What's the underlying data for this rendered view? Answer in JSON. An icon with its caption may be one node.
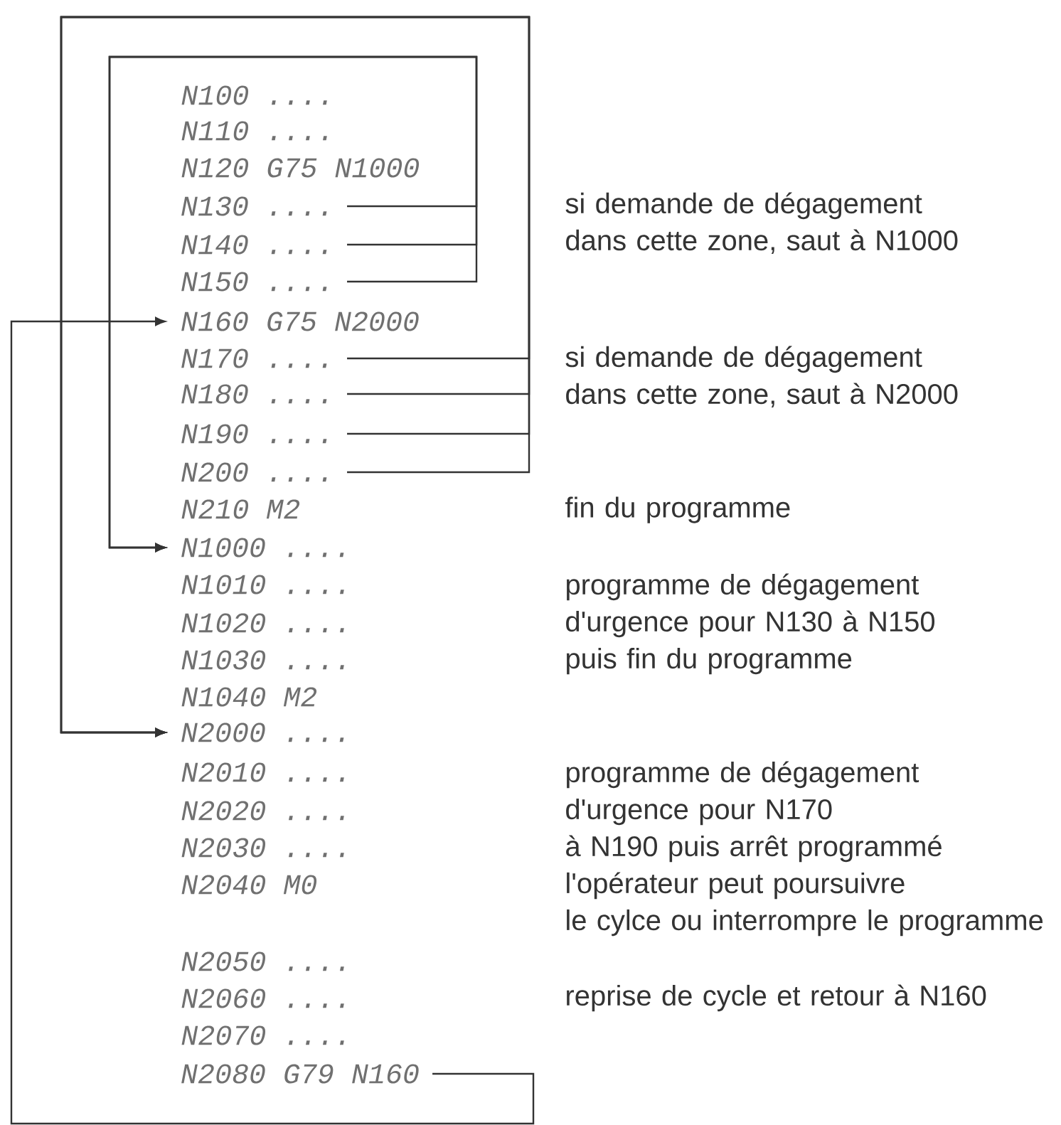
{
  "diagram": {
    "nodes": [
      {
        "text": [
          "N130 ...."
        ]
      },
      {
        "text": [
          "N140 ...."
        ]
      },
      {
        "text": [
          "N150 ...."
        ]
      },
      {
        "text": [
          "N160 G75 N2000"
        ]
      },
      {
        "text": [
          "N170 ...."
        ]
      },
      {
        "text": [
          "N180 ...."
        ]
      },
      {
        "text": [
          "N190 ...."
        ]
      },
      {
        "text": [
          "N200 ...."
        ]
      },
      {
        "text": [
          "N1000 ...."
        ]
      },
      {
        "text": [
          "N2000 ...."
        ]
      },
      {
        "text": [
          "N2080 G79 N160"
        ]
      }
    ],
    "edges": [
      {
        "from": 0,
        "to": 8,
        "arrow": "to"
      },
      {
        "from": 1,
        "to": 8,
        "arrow": "to"
      },
      {
        "from": 2,
        "to": 8,
        "arrow": "to"
      },
      {
        "from": 4,
        "to": 9,
        "arrow": "to"
      },
      {
        "from": 5,
        "to": 9,
        "arrow": "to"
      },
      {
        "from": 6,
        "to": 9,
        "arrow": "to"
      },
      {
        "from": 7,
        "to": 9,
        "arrow": "to"
      },
      {
        "from": 10,
        "to": 3,
        "arrow": "to"
      }
    ],
    "labels": [
      "N100 ....",
      "N110 ....",
      "N120 G75 N1000",
      "si demande de dégagement dans cette zone, saut à N1000",
      "si demande de dégagement dans cette zone, saut à N2000",
      "N210 M2",
      "fin du programme",
      "N1010 ....",
      "programme de dégagement d'urgence pour N130 à N150 puis fin du programme",
      "N1020 ....",
      "N1030 ....",
      "N1040 M2",
      "N2010 ....",
      "programme de dégagement d'urgence pour N170 à N190 puis arrêt programmé l'opérateur peut poursuivre le cylce ou interrompre le programme",
      "N2020 ....",
      "N2030 ....",
      "N2040 M0",
      "N2050 ....",
      "N2060 ....",
      "reprise de cycle et retour à N160",
      "N2070 ...."
    ]
  }
}
